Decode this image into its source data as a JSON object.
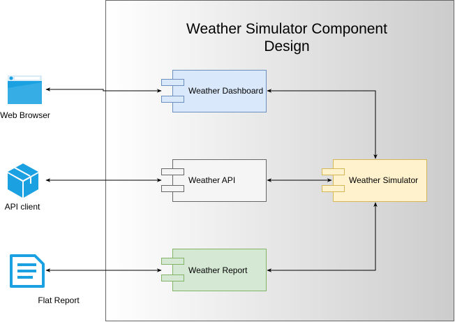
{
  "diagram": {
    "title_line1": "Weather Simulator Component",
    "title_line2": "Design",
    "components": {
      "dashboard": "Weather Dashboard",
      "api": "Weather API",
      "report": "Weather Report",
      "simulator": "Weather Simulator"
    },
    "actors": {
      "browser": "Web Browser",
      "api_client": "API client",
      "flat_report": "Flat Report"
    },
    "colors": {
      "dashboard_fill": "#dae8fc",
      "dashboard_stroke": "#6c8ebf",
      "api_fill": "#f5f5f5",
      "api_stroke": "#666666",
      "report_fill": "#d5e8d4",
      "report_stroke": "#82b366",
      "simulator_fill": "#fff2cc",
      "simulator_stroke": "#d6b656",
      "icon_blue": "#1ba1e2"
    },
    "icons": {
      "browser": "browser-window-icon",
      "api_client": "cube-icon",
      "flat_report": "document-icon"
    }
  }
}
